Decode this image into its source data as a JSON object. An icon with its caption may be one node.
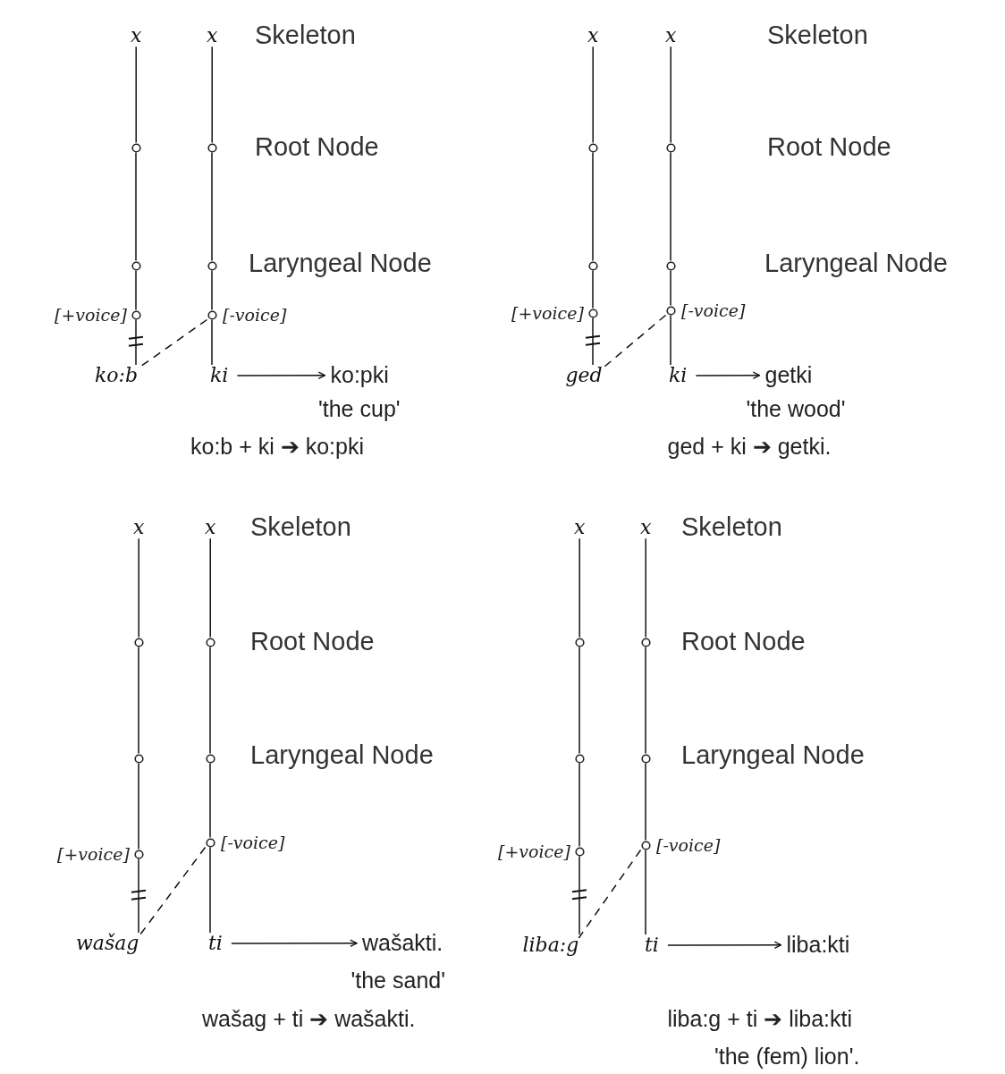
{
  "diagram": {
    "nodes": [
      {
        "text": [
          "x"
        ]
      },
      {
        "text": [
          "x"
        ]
      },
      {
        "text": [],
        "shape": "circle"
      },
      {
        "text": [],
        "shape": "circle"
      },
      {
        "text": [],
        "shape": "circle"
      },
      {
        "text": [],
        "shape": "circle"
      },
      {
        "text": [],
        "shape": "circle",
        "beside": [
          "[+voice]"
        ]
      },
      {
        "text": [],
        "shape": "circle",
        "beside": [
          "[-voice]"
        ]
      },
      {
        "text": [
          "ko:b"
        ]
      },
      {
        "text": [
          "ki"
        ]
      },
      {
        "text": [
          "ko:pki"
        ]
      },
      {
        "text": [
          "x"
        ]
      },
      {
        "text": [
          "x"
        ]
      },
      {
        "text": [],
        "shape": "circle"
      },
      {
        "text": [],
        "shape": "circle"
      },
      {
        "text": [],
        "shape": "circle"
      },
      {
        "text": [],
        "shape": "circle"
      },
      {
        "text": [],
        "shape": "circle",
        "beside": [
          "[+voice]"
        ]
      },
      {
        "text": [],
        "shape": "circle",
        "beside": [
          "[-voice]"
        ]
      },
      {
        "text": [
          "ged"
        ]
      },
      {
        "text": [
          "ki"
        ]
      },
      {
        "text": [
          "getki"
        ]
      },
      {
        "text": [
          "x"
        ]
      },
      {
        "text": [
          "x"
        ]
      },
      {
        "text": [],
        "shape": "circle"
      },
      {
        "text": [],
        "shape": "circle"
      },
      {
        "text": [],
        "shape": "circle"
      },
      {
        "text": [],
        "shape": "circle"
      },
      {
        "text": [],
        "shape": "circle",
        "beside": [
          "[+voice]"
        ]
      },
      {
        "text": [],
        "shape": "circle",
        "beside": [
          "[-voice]"
        ]
      },
      {
        "text": [
          "wašag"
        ]
      },
      {
        "text": [
          "ti"
        ]
      },
      {
        "text": [
          "wašakti."
        ]
      },
      {
        "text": [
          "x"
        ]
      },
      {
        "text": [
          "x"
        ]
      },
      {
        "text": [],
        "shape": "circle"
      },
      {
        "text": [],
        "shape": "circle"
      },
      {
        "text": [],
        "shape": "circle"
      },
      {
        "text": [],
        "shape": "circle"
      },
      {
        "text": [],
        "shape": "circle",
        "beside": [
          "[+voice]"
        ]
      },
      {
        "text": [],
        "shape": "circle",
        "beside": [
          "[-voice]"
        ]
      },
      {
        "text": [
          "liba:g"
        ]
      },
      {
        "text": [
          "ti"
        ]
      },
      {
        "text": [
          "liba:kti"
        ]
      }
    ],
    "edges": [
      {
        "from": 0,
        "to": 2,
        "arrow": "none"
      },
      {
        "from": 2,
        "to": 4,
        "arrow": "none"
      },
      {
        "from": 4,
        "to": 6,
        "arrow": "none"
      },
      {
        "from": 6,
        "to": 8,
        "arrow": "none"
      },
      {
        "from": 1,
        "to": 3,
        "arrow": "none"
      },
      {
        "from": 3,
        "to": 5,
        "arrow": "none"
      },
      {
        "from": 5,
        "to": 7,
        "arrow": "none"
      },
      {
        "from": 7,
        "to": 9,
        "arrow": "none"
      },
      {
        "from": 7,
        "to": 8,
        "arrow": "none",
        "style": "dashed"
      },
      {
        "from": 9,
        "to": 10,
        "arrow": "to"
      },
      {
        "from": 11,
        "to": 13,
        "arrow": "none"
      },
      {
        "from": 13,
        "to": 15,
        "arrow": "none"
      },
      {
        "from": 15,
        "to": 17,
        "arrow": "none"
      },
      {
        "from": 17,
        "to": 19,
        "arrow": "none"
      },
      {
        "from": 12,
        "to": 14,
        "arrow": "none"
      },
      {
        "from": 14,
        "to": 16,
        "arrow": "none"
      },
      {
        "from": 16,
        "to": 18,
        "arrow": "none"
      },
      {
        "from": 18,
        "to": 20,
        "arrow": "none"
      },
      {
        "from": 18,
        "to": 19,
        "arrow": "none",
        "style": "dashed"
      },
      {
        "from": 20,
        "to": 21,
        "arrow": "to"
      },
      {
        "from": 22,
        "to": 24,
        "arrow": "none"
      },
      {
        "from": 24,
        "to": 26,
        "arrow": "none"
      },
      {
        "from": 26,
        "to": 28,
        "arrow": "none"
      },
      {
        "from": 28,
        "to": 30,
        "arrow": "none"
      },
      {
        "from": 23,
        "to": 25,
        "arrow": "none"
      },
      {
        "from": 25,
        "to": 27,
        "arrow": "none"
      },
      {
        "from": 27,
        "to": 29,
        "arrow": "none"
      },
      {
        "from": 29,
        "to": 31,
        "arrow": "none"
      },
      {
        "from": 29,
        "to": 30,
        "arrow": "none",
        "style": "dashed"
      },
      {
        "from": 31,
        "to": 32,
        "arrow": "to"
      },
      {
        "from": 33,
        "to": 35,
        "arrow": "none"
      },
      {
        "from": 35,
        "to": 37,
        "arrow": "none"
      },
      {
        "from": 37,
        "to": 39,
        "arrow": "none"
      },
      {
        "from": 39,
        "to": 41,
        "arrow": "none"
      },
      {
        "from": 34,
        "to": 36,
        "arrow": "none"
      },
      {
        "from": 36,
        "to": 38,
        "arrow": "none"
      },
      {
        "from": 38,
        "to": 40,
        "arrow": "none"
      },
      {
        "from": 40,
        "to": 42,
        "arrow": "none"
      },
      {
        "from": 40,
        "to": 41,
        "arrow": "none",
        "style": "dashed"
      },
      {
        "from": 42,
        "to": 43,
        "arrow": "to"
      }
    ],
    "labels": [
      "Skeleton",
      "Root Node",
      "Laryngeal Node",
      "'the cup'",
      "ko:b + ki ➔ ko:pki",
      "Skeleton",
      "Root Node",
      "Laryngeal Node",
      "'the wood'",
      "ged + ki ➔ getki.",
      "Skeleton",
      "Root Node",
      "Laryngeal Node",
      "'the sand'",
      "wašag + ti ➔ wašakti.",
      "Skeleton",
      "Root Node",
      "Laryngeal Node",
      "liba:g + ti ➔ liba:kti",
      "'the (fem) lion'."
    ]
  }
}
